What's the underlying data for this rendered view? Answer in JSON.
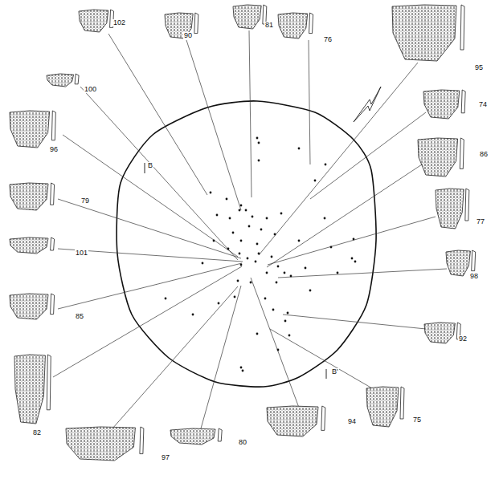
{
  "diagram": {
    "labels": [
      "102",
      "90",
      "81",
      "76",
      "95",
      "100",
      "74",
      "96",
      "86",
      "79",
      "77",
      "101",
      "85",
      "98",
      "82",
      "92",
      "97",
      "80",
      "94",
      "75",
      "B",
      "B'"
    ]
  }
}
